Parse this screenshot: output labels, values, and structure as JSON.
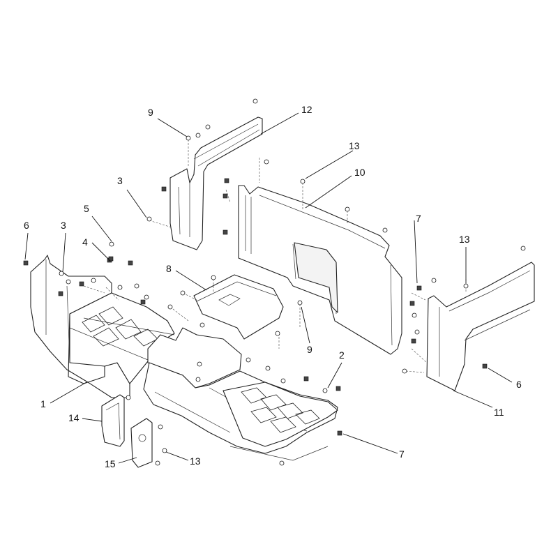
{
  "callouts": [
    {
      "id": "c1",
      "label": "1"
    },
    {
      "id": "c2",
      "label": "2"
    },
    {
      "id": "c3a",
      "label": "3"
    },
    {
      "id": "c3b",
      "label": "3"
    },
    {
      "id": "c4",
      "label": "4"
    },
    {
      "id": "c5",
      "label": "5"
    },
    {
      "id": "c6a",
      "label": "6"
    },
    {
      "id": "c6b",
      "label": "6"
    },
    {
      "id": "c7a",
      "label": "7"
    },
    {
      "id": "c7b",
      "label": "7"
    },
    {
      "id": "c8",
      "label": "8"
    },
    {
      "id": "c9a",
      "label": "9"
    },
    {
      "id": "c9b",
      "label": "9"
    },
    {
      "id": "c10",
      "label": "10"
    },
    {
      "id": "c11",
      "label": "11"
    },
    {
      "id": "c12",
      "label": "12"
    },
    {
      "id": "c13a",
      "label": "13"
    },
    {
      "id": "c13b",
      "label": "13"
    },
    {
      "id": "c13c",
      "label": "13"
    },
    {
      "id": "c14",
      "label": "14"
    },
    {
      "id": "c15",
      "label": "15"
    }
  ]
}
